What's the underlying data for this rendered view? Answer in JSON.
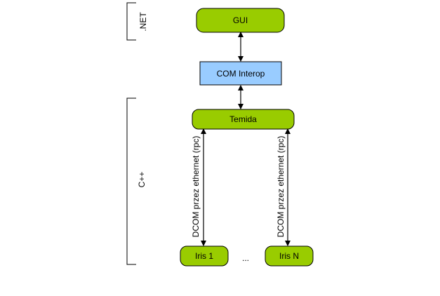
{
  "layers": {
    "dotnet": "NET",
    "dotnet_prefix": ".",
    "cpp": "C++"
  },
  "nodes": {
    "gui": "GUI",
    "com_interop": "COM Interop",
    "temida": "Temida",
    "iris1": "Iris 1",
    "irisn": "Iris N"
  },
  "edges": {
    "dcom_left": "DCOM przez ethernet (rpc)",
    "dcom_right": "DCOM przez ethernet (rpc)"
  },
  "ellipsis": "...",
  "colors": {
    "node_fill": "#99cc00",
    "interop_fill": "#99ccff",
    "stroke": "#000000",
    "background": "#ffffff"
  }
}
